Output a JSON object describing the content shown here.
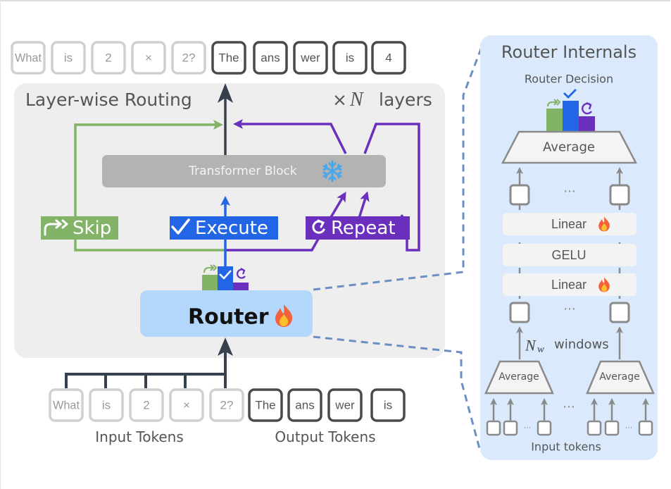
{
  "top_tokens": {
    "input": [
      "What",
      "is",
      "2",
      "×",
      "2?"
    ],
    "output": [
      "The",
      "ans",
      "wer",
      "is",
      "4"
    ]
  },
  "bottom_tokens": {
    "input": [
      "What",
      "is",
      "2",
      "×",
      "2?"
    ],
    "output": [
      "The",
      "ans",
      "wer",
      "is"
    ],
    "input_label": "Input Tokens",
    "output_label": "Output Tokens"
  },
  "routing_panel": {
    "title": "Layer-wise Routing",
    "layers_prefix": "×",
    "layers_var": "N",
    "layers_suffix": "layers",
    "transformer_block": "Transformer Block",
    "transformer_icon": "snowflake-icon",
    "skip_label": "Skip",
    "execute_label": "Execute",
    "repeat_label": "Repeat",
    "router_label": "Router",
    "router_icon": "fire-icon"
  },
  "internals": {
    "title": "Router Internals",
    "decision_label": "Router Decision",
    "average_top": "Average",
    "linear_1": "Linear",
    "gelu": "GELU",
    "linear_2": "Linear",
    "windows_var": "N",
    "windows_sub": "w",
    "windows_label": "windows",
    "average_left": "Average",
    "average_right": "Average",
    "dots": "···",
    "input_tokens_label": "Input tokens"
  },
  "colors": {
    "skip": "#82b366",
    "execute": "#2266e6",
    "repeat": "#6a2fbd",
    "router_bg": "#b4d8fc",
    "internals_bg": "#daeafc",
    "panel_bg": "#eeeeee",
    "block_bg": "#b3b3b3",
    "dark": "#36404f",
    "dashed": "#6b8fc4"
  }
}
